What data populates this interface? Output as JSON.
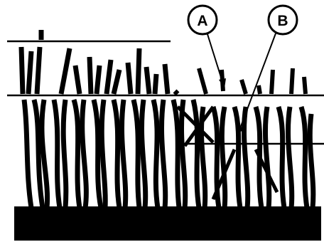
{
  "figure": {
    "callouts": [
      {
        "id": "A",
        "label": "A"
      },
      {
        "id": "B",
        "label": "B"
      }
    ],
    "colors": {
      "ink": "#000000",
      "paper": "#ffffff"
    }
  }
}
